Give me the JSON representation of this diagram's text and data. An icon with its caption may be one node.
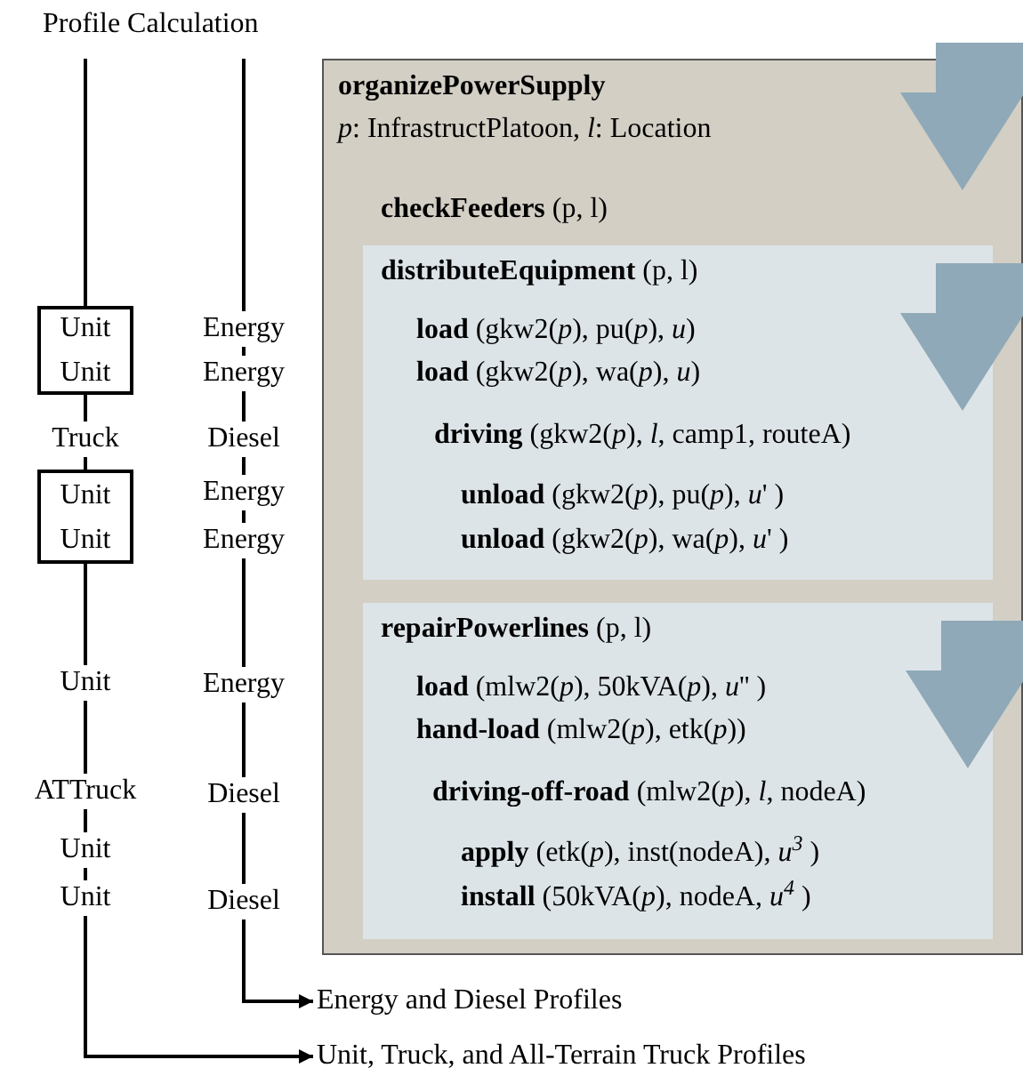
{
  "diagram": {
    "title": "Profile Calculation",
    "nodes": [
      {
        "text": [
          "organizePowerSupply",
          "*p*: InfrastructPlatoon, *l*: Location",
          "**checkFeeders** (p, l)"
        ]
      },
      {
        "text": [
          "**distributeEquipment** (p, l)",
          "**load** (gkw2(*p*), pu(*p*), *u*)",
          "**load** (gkw2(*p*), wa(*p*), *u*)",
          "**driving** (gkw2(*p*), *l*, camp1, routeA)",
          "**unload** (gkw2(*p*), pu(*p*), *u*' )",
          "**unload** (gkw2(*p*), wa(*p*), *u*' )"
        ],
        "in": 0
      },
      {
        "text": [
          "**repairPowerlines** (p, l)",
          "**load** (mlw2(*p*), 50kVA(*p*), *u*'' )",
          "**hand-load** (mlw2(*p*), etk(*p*))",
          "**driving-off-road** (mlw2(*p*), *l*, nodeA)",
          "**apply** (etk(*p*), inst(nodeA), *u*$^{3}$ )",
          "**install** (50kVA(*p*), nodeA, *u*$^{4}$ )"
        ],
        "in": 0
      },
      {
        "text": [
          "Unit",
          "Unit"
        ]
      },
      {
        "text": [
          "Unit",
          "Unit"
        ]
      },
      {
        "text": [
          "Energy and Diesel Profiles"
        ]
      },
      {
        "text": [
          "Unit, Truck, and All-Terrain Truck Profiles"
        ]
      }
    ],
    "edges": [
      {
        "from": null,
        "to": 3,
        "arrow": "none"
      },
      {
        "from": 3,
        "to": 4,
        "arrow": "none"
      },
      {
        "from": 4,
        "to": 6,
        "arrow": "to"
      },
      {
        "from": null,
        "to": 5,
        "arrow": "to"
      }
    ],
    "labels": [
      "Energy",
      "Energy",
      "Truck",
      "Diesel",
      "Energy",
      "Energy",
      "Unit",
      "Energy",
      "ATTruck",
      "Diesel",
      "Unit",
      "Unit",
      "Diesel"
    ]
  }
}
